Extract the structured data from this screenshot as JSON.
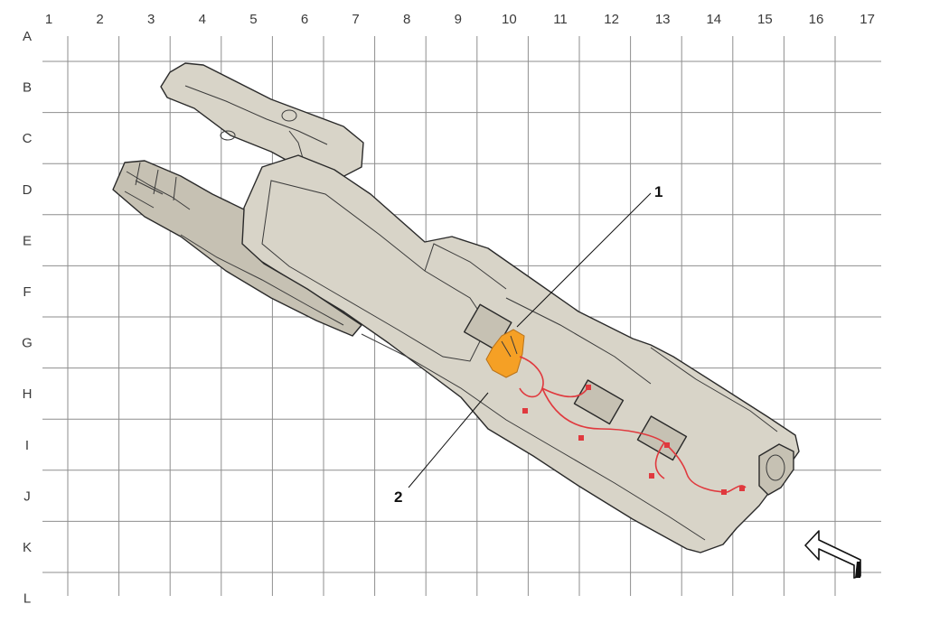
{
  "grid": {
    "columns": [
      "1",
      "2",
      "3",
      "4",
      "5",
      "6",
      "7",
      "8",
      "9",
      "10",
      "11",
      "12",
      "13",
      "14",
      "15",
      "16",
      "17"
    ],
    "rows": [
      "A",
      "B",
      "C",
      "D",
      "E",
      "F",
      "G",
      "H",
      "I",
      "J",
      "K",
      "L"
    ]
  },
  "callouts": [
    {
      "id": "callout-1",
      "label": "1"
    },
    {
      "id": "callout-2",
      "label": "2"
    }
  ],
  "colors": {
    "part_fill": "#d8d4c8",
    "part_fill_dark": "#c6c1b3",
    "highlight_orange": "#f5a025",
    "wiring_red": "#e0393e",
    "grid": "#8e8e8e"
  },
  "icons": {
    "direction_arrow": "view-direction-arrow-icon"
  }
}
